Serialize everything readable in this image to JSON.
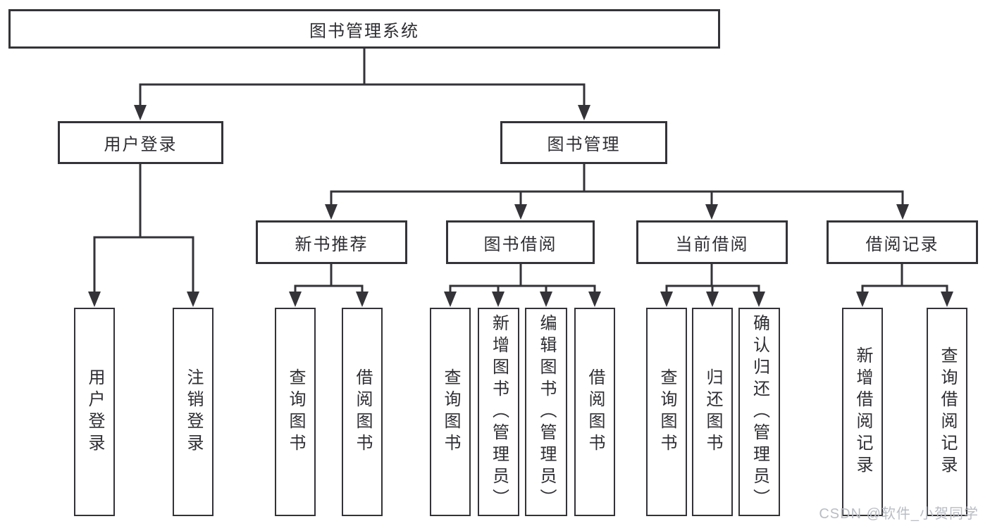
{
  "title": "图书管理系统",
  "level2": [
    {
      "label": "用户登录",
      "children": [
        "用户登录",
        "注销登录"
      ]
    },
    {
      "label": "图书管理",
      "subgroups": [
        {
          "label": "新书推荐",
          "children": [
            "查询图书",
            "借阅图书"
          ]
        },
        {
          "label": "图书借阅",
          "children": [
            "查询图书",
            "新增图书（管理员）",
            "编辑图书（管理员）",
            "借阅图书"
          ]
        },
        {
          "label": "当前借阅",
          "children": [
            "查询图书",
            "归还图书",
            "确认归还（管理员）"
          ]
        },
        {
          "label": "借阅记录",
          "children": [
            "新增借阅记录",
            "查询借阅记录"
          ]
        }
      ]
    }
  ],
  "watermark": "CSDN @软件_小贺同学",
  "colors": {
    "line": "#333338",
    "text": "#2e2e33",
    "background": "#ffffff",
    "watermark": "#b9bdc4"
  }
}
